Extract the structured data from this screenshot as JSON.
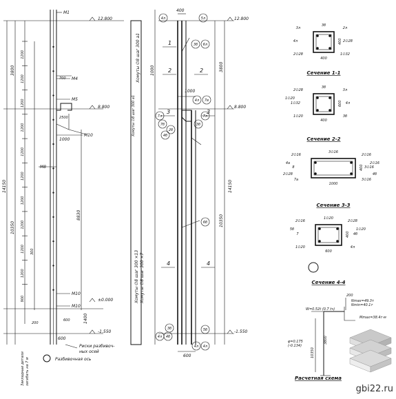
{
  "elevation": {
    "mark_top": "12.800",
    "mark_mid": "8.800",
    "mark_zero": "±0.000",
    "mark_bottom": "-1.550",
    "sum_dim": "14150",
    "sub_dim": "10350",
    "lower_dim": "8830",
    "top_dim": "3800",
    "col_1400": "1400",
    "col_1000": "1000",
    "width_600": "600",
    "dims": [
      "1200",
      "1200",
      "1200",
      "1200",
      "1200",
      "1200",
      "1200",
      "1200",
      "1200",
      "1200",
      "900"
    ],
    "tags": [
      "M1",
      "M4",
      "M5",
      "M10",
      "M8",
      "M10",
      "M10"
    ],
    "note_small": "700",
    "note_600": "600",
    "anchor_text": "Риски разбивоч-\nных осей",
    "grid_text": "Разбивочная ось",
    "side_caption": "Закладные детали\nзагибать на 7 м",
    "bottom_200": "200",
    "left_300": "300",
    "gap_2500": "2500"
  },
  "reinf": {
    "width_top": "400",
    "width_bottom": "600",
    "mark_top": "12.800",
    "mark_mid": "8.800",
    "mark_bottom": "-1.550",
    "dim_right_top": "3800",
    "dim_right_bottom": "10350",
    "dim_total": "14150",
    "dim_left_top": "1000",
    "dim_1000": "1000",
    "zones": [
      "1",
      "2",
      "2",
      "3",
      "3",
      "4",
      "4"
    ],
    "labels_top": [
      "4л",
      "5л",
      "3б",
      "6л"
    ],
    "labels_mid": [
      "7л",
      "7б",
      "2б",
      "4б",
      "4л",
      "7в",
      "7л",
      "3б"
    ],
    "labels_low": [
      "6б"
    ],
    "labels_bottom": [
      "4л",
      "4б",
      "5б",
      "3б",
      "4л",
      "4л"
    ],
    "vert_text_1": "Хомуты ∅8 шаг 300 а1",
    "vert_text_2": "Хомуты ∅8 шаг 300 ×13\nХомуты ∅8 шаг 300 ×7",
    "vert_text_3": "Хомуты ∅8 шаг 300 а1"
  },
  "sections": [
    {
      "title": "Сечение 1-1",
      "w": "400",
      "h": "400",
      "labels": [
        "3л",
        "2л",
        "4л",
        "2∅28",
        "2∅28",
        "1∅32",
        "3б"
      ]
    },
    {
      "title": "Сечение 2-2",
      "w": "400",
      "h": "600",
      "labels": [
        "2∅28",
        "3л",
        "1∅32",
        "4л",
        "1∅20",
        "3б",
        "3б",
        "1∅20"
      ]
    },
    {
      "title": "Сечение 3-3",
      "w": "1000",
      "h": "400",
      "labels": [
        "2∅16",
        "2∅16",
        "8",
        "3∅16",
        "7а",
        "3∅16",
        "3∅16",
        "4а",
        "2∅16",
        "2∅28",
        "4б"
      ]
    },
    {
      "title": "Сечение 4-4",
      "w": "600",
      "h": "400",
      "labels": [
        "2∅16",
        "2∅28",
        "7",
        "4б",
        "1∅20",
        "4л",
        "1∅20",
        "5б",
        "1∅20"
      ]
    }
  ],
  "calc": {
    "title": "Расчетная схема",
    "w_label": "W=0.52t (0.7 tч)",
    "n_label": "Nmax=49.3т\nNmin=40.1т",
    "m_label": "Mmax=38.4т·м",
    "dim_200": "200",
    "dim_3800": "3800",
    "dim_10350": "10350",
    "side_label": "φ=0.175\n(-0.134)"
  },
  "watermark": "gbi22.ru"
}
